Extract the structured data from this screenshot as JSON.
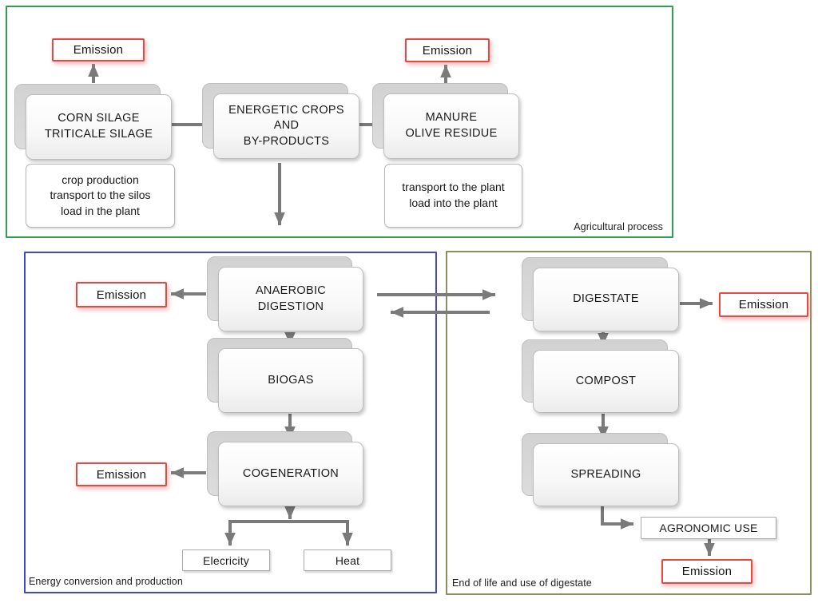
{
  "colors": {
    "agricultural_border": "#2f9e4d",
    "energy_border": "#4445d8",
    "digestate_border": "#8d8d62",
    "emission_border": "#e24a45",
    "arrow_color": "#7a7a7a"
  },
  "sections": {
    "agricultural": {
      "label": "Agricultural process"
    },
    "energy": {
      "label": "Energy conversion and production"
    },
    "digestate_use": {
      "label": "End of life and use of digestate"
    }
  },
  "labels": {
    "emission": "Emission"
  },
  "nodes": {
    "corn_silage": {
      "label": "CORN SILAGE\nTRITICALE SILAGE"
    },
    "energetic_crops": {
      "label": "ENERGETIC CROPS AND\nBY-PRODUCTS"
    },
    "manure": {
      "label": "MANURE\nOLIVE RESIDUE"
    },
    "crop_production_note": {
      "label": "crop production\ntransport to the silos\nload in the plant"
    },
    "transport_note": {
      "label": "transport to the plant\nload into the plant"
    },
    "anaerobic_digestion": {
      "label": "ANAEROBIC DIGESTION"
    },
    "biogas": {
      "label": "BIOGAS"
    },
    "cogeneration": {
      "label": "COGENERATION"
    },
    "electricity": {
      "label": "Elecricity"
    },
    "heat": {
      "label": "Heat"
    },
    "digestate": {
      "label": "DIGESTATE"
    },
    "compost": {
      "label": "COMPOST"
    },
    "spreading": {
      "label": "SPREADING"
    },
    "agronomic_use": {
      "label": "AGRONOMIC USE"
    }
  }
}
